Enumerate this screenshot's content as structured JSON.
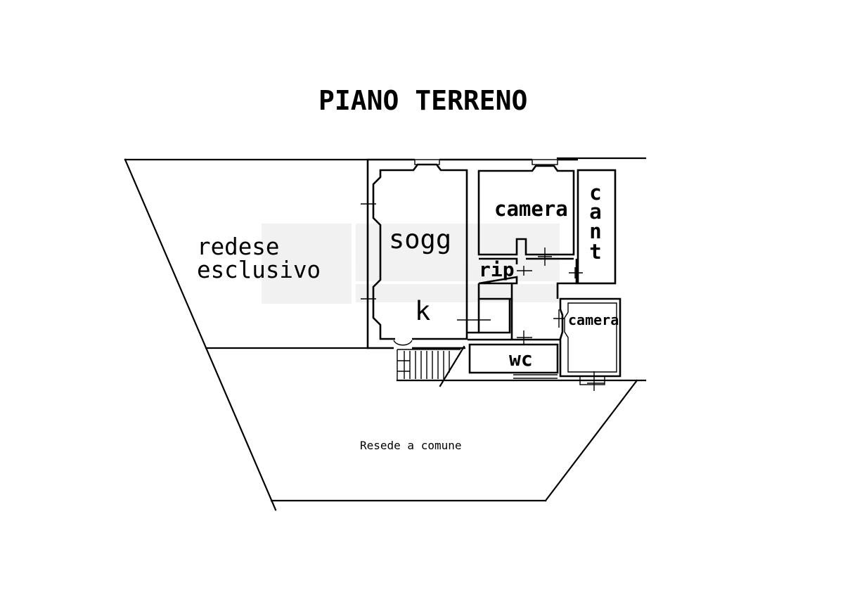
{
  "title": "PIANO TERRENO",
  "areas": {
    "redese_esclusivo": [
      "redese",
      "esclusivo"
    ],
    "resede_comune": "Resede a comune"
  },
  "rooms": {
    "sogg": "sogg",
    "k": "k",
    "camera_top": "camera",
    "cant": [
      "c",
      "a",
      "n",
      "t"
    ],
    "rip": "rip",
    "camera_right": "camera",
    "wc": "wc"
  }
}
